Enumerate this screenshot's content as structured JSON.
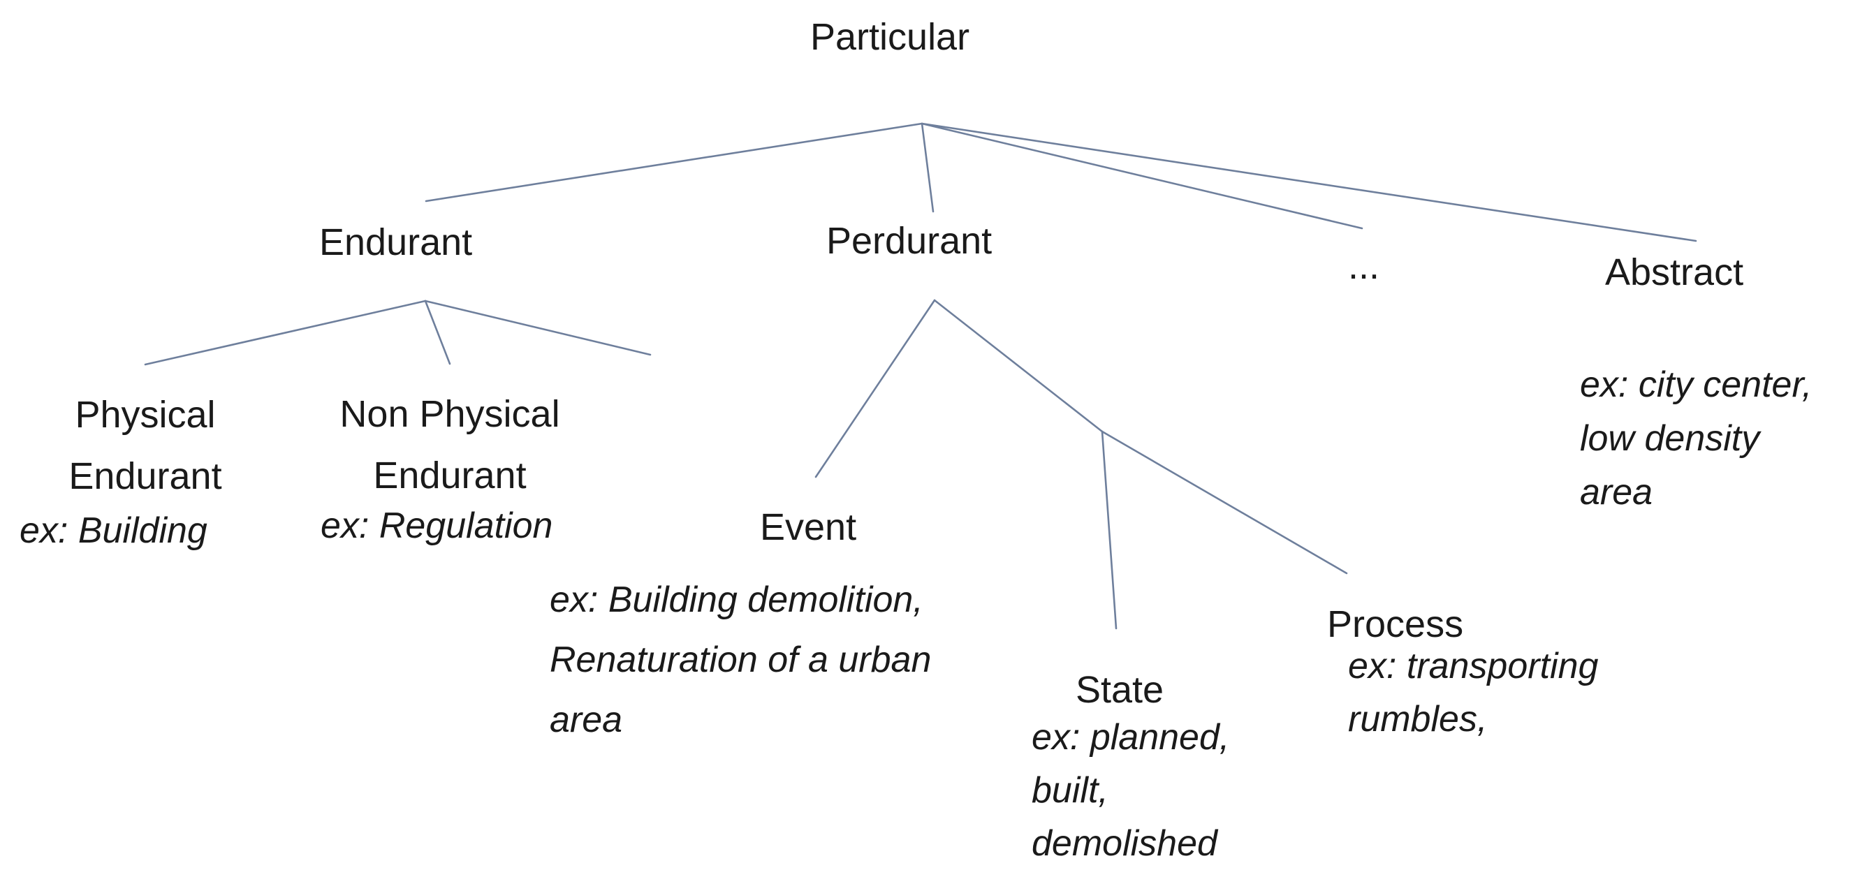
{
  "diagram": {
    "title": "Particular",
    "line_color": "#6e7f9c",
    "text_color": "#1a1a1a",
    "background": "#ffffff",
    "root": {
      "label": "Particular"
    },
    "nodes": {
      "endurant": {
        "label": "Endurant"
      },
      "perdurant": {
        "label": "Perdurant"
      },
      "ellipsis": {
        "label": "..."
      },
      "abstract": {
        "label": "Abstract",
        "example_lines": [
          "ex: city center,",
          "low density",
          "area"
        ]
      },
      "physical_endurant": {
        "label_lines": [
          "Physical",
          "Endurant"
        ],
        "example": "ex: Building"
      },
      "non_physical_endurant": {
        "label_lines": [
          "Non Physical",
          "Endurant"
        ],
        "example": "ex: Regulation"
      },
      "event": {
        "label": "Event",
        "example_lines": [
          "ex: Building demolition,",
          "Renaturation of a urban",
          "area"
        ]
      },
      "state": {
        "label": "State",
        "example_lines": [
          "ex: planned,",
          "built,",
          "demolished"
        ]
      },
      "process": {
        "label": "Process",
        "example_lines": [
          "ex: transporting",
          "rumbles,"
        ]
      }
    },
    "edges": [
      {
        "from": "Particular",
        "to": "Endurant"
      },
      {
        "from": "Particular",
        "to": "Perdurant"
      },
      {
        "from": "Particular",
        "to": "..."
      },
      {
        "from": "Particular",
        "to": "Abstract"
      },
      {
        "from": "Endurant",
        "to": "Physical Endurant"
      },
      {
        "from": "Endurant",
        "to": "Non Physical Endurant"
      },
      {
        "from": "Endurant",
        "to": ""
      },
      {
        "from": "Perdurant",
        "to": "Event"
      },
      {
        "from": "Perdurant",
        "to": "State"
      },
      {
        "from": "Perdurant",
        "to": "Process"
      }
    ]
  }
}
